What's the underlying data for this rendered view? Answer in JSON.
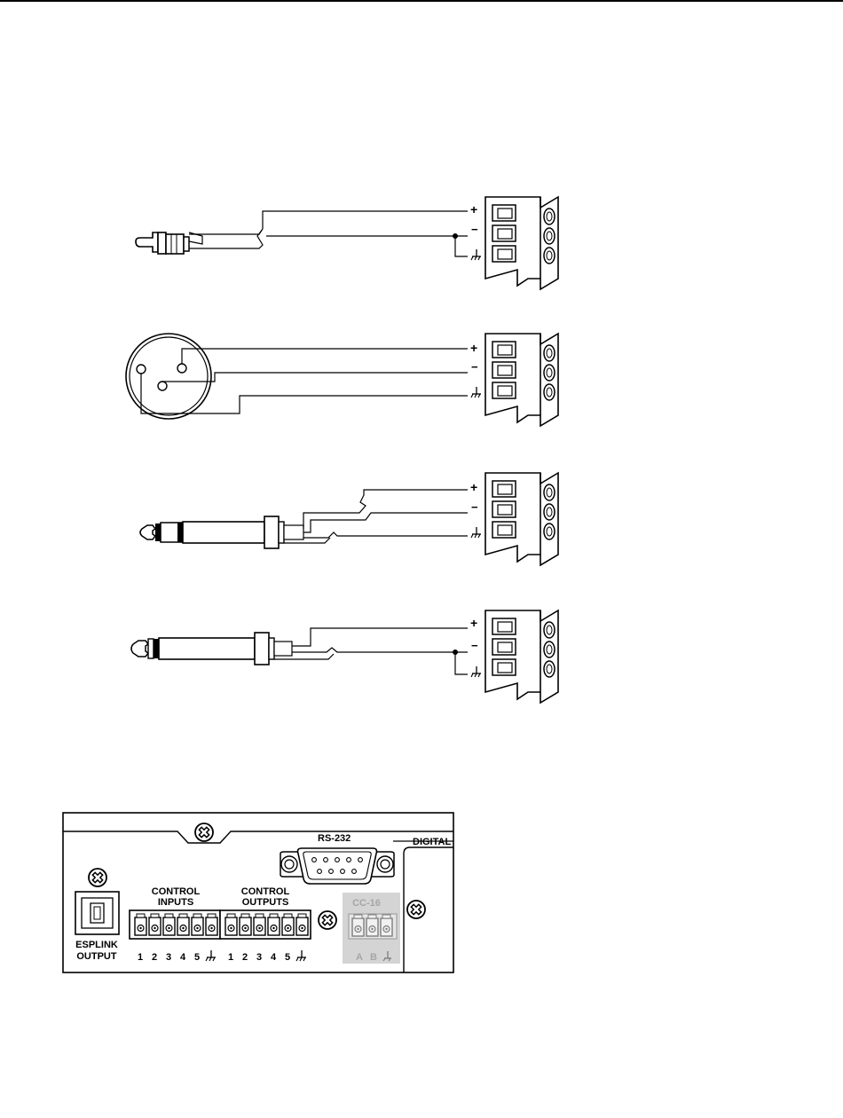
{
  "wiring": {
    "pin_labels": {
      "plus": "+",
      "minus": "−"
    },
    "ground_symbol": "ground-icon",
    "diagrams": [
      {
        "id": "rca",
        "connector_icon": "rca-plug-icon"
      },
      {
        "id": "xlr",
        "connector_icon": "xlr-connector-icon"
      },
      {
        "id": "trs",
        "connector_icon": "trs-plug-icon"
      },
      {
        "id": "ts",
        "connector_icon": "ts-plug-icon"
      }
    ]
  },
  "panel": {
    "rs232_label": "RS-232",
    "digital_label": "DIGITAL",
    "control_inputs_label": [
      "CONTROL",
      "INPUTS"
    ],
    "control_outputs_label": [
      "CONTROL",
      "OUTPUTS"
    ],
    "espiink_label": [
      "ESPLINK",
      "OUTPUT"
    ],
    "cc16_label": "CC-16",
    "pin_numbers": [
      "1",
      "2",
      "3",
      "4",
      "5"
    ],
    "cc16_pins": [
      "A",
      "B"
    ],
    "colors": {
      "ink": "#000000",
      "highlight": "#d4d4d4",
      "dim_text": "#a6a6a6"
    }
  }
}
